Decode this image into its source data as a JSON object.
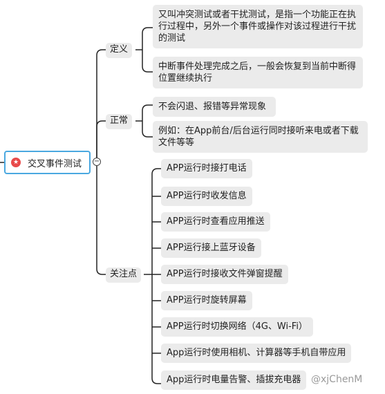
{
  "root": {
    "label": "交叉事件测试",
    "icon": "star-badge-icon",
    "collapse_symbol": "−"
  },
  "branches": [
    {
      "label": "定义",
      "children": [
        "又叫冲突测试或者干扰测试，是指一个功能正在执行过程中，另外一个事件或操作对该过程进行干扰的测试",
        "中断事件处理完成之后，一般会恢复到当前中断得位置继续执行"
      ]
    },
    {
      "label": "正常",
      "children": [
        "不会闪退、报错等异常现象",
        "例如：在App前台/后台运行同时接听来电或者下载文件等等"
      ]
    },
    {
      "label": "关注点",
      "children": [
        "APP运行时接打电话",
        "APP运行时收发信息",
        "APP运行时查看应用推送",
        "APP运行接上蓝牙设备",
        "APP运行时接收文件弹窗提醒",
        "APP运行时旋转屏幕",
        "APP运行时切换网络（4G、Wi-Fi）",
        "App运行时使用相机、计算器等手机自带应用",
        "App运行时电量告警、插拔充电器"
      ]
    }
  ],
  "watermark": "@xjChenM",
  "colors": {
    "root_border": "#4aa8e0",
    "node_bg": "#ebebeb",
    "line": "#222222",
    "star": "#e84a4a"
  }
}
